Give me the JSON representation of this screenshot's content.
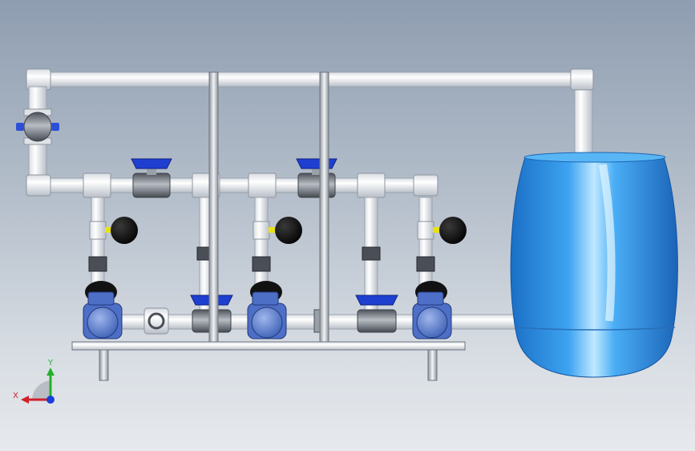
{
  "axis_triad": {
    "x_label": "X",
    "y_label": "Y"
  },
  "colors": {
    "pipe": "#f4f5f7",
    "pipe_edge": "#9aa2ad",
    "frame": "#c9ced6",
    "tank": "#2f8fe0",
    "tank_light": "#8fd0ff",
    "valve_body": "#6d737c",
    "valve_handle": "#1f3fd0",
    "pump_face": "#5b7fd0",
    "gauge": "#111111",
    "axis_x": "#d0202a",
    "axis_y": "#22b12a",
    "axis_z": "#1a3fd8"
  },
  "components": {
    "pumps": 3,
    "ball_valves": 4,
    "check_valves": 1,
    "pressure_gauges": 3,
    "tanks": 1
  }
}
